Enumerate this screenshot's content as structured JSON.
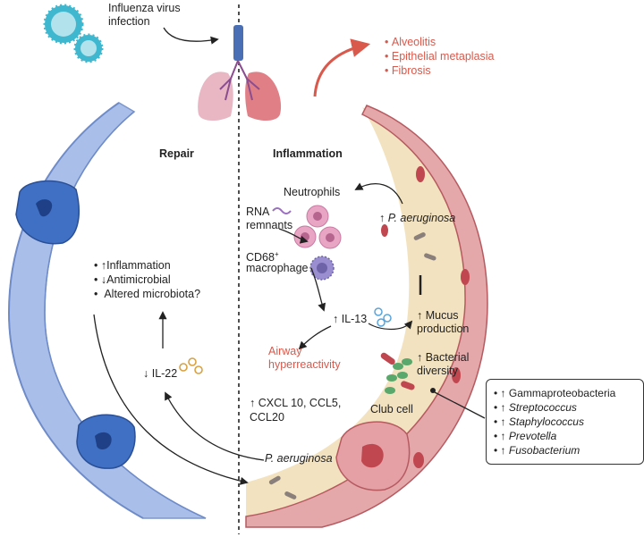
{
  "top": {
    "infection_line1": "Influenza virus",
    "infection_line2": "infection",
    "outcomes": [
      "Alveolitis",
      "Epithelial metaplasia",
      "Fibrosis"
    ]
  },
  "sections": {
    "repair": "Repair",
    "inflammation": "Inflammation"
  },
  "repair_side": {
    "effects": [
      "↑Inflammation",
      "↓Antimicrobial",
      "Altered microbiota?"
    ],
    "il22": "↓ IL-22"
  },
  "inflammation_side": {
    "neutrophils": "Neutrophils",
    "rna_line1": "RNA",
    "rna_line2": "remnants",
    "macrophage_line1": "CD68",
    "macrophage_sup": "+",
    "macrophage_line2": "macrophage",
    "paeruginosa_up_arrow": "↑",
    "paeruginosa_up_name": "P. aeruginosa",
    "il13": "↑ IL-13",
    "airway_line1": "Airway",
    "airway_line2": "hyperreactivity",
    "mucus_line1": "↑ Mucus",
    "mucus_line2": "production",
    "bacterial_line1": "↑ Bacterial",
    "bacterial_line2": "diversity",
    "cxcl_line1": "↑ CXCL 10, CCL5,",
    "cxcl_line2": "CCL20",
    "club_cell": "Club cell",
    "paeruginosa_bottom": "P. aeruginosa"
  },
  "microbiota_box": {
    "items": [
      {
        "arrow": "↑",
        "name": "Gammaproteobacteria",
        "italic": false
      },
      {
        "arrow": "↑",
        "name": "Streptococcus",
        "italic": true
      },
      {
        "arrow": "↑",
        "name": "Staphylococcus",
        "italic": true
      },
      {
        "arrow": "↑",
        "name": "Prevotella",
        "italic": true
      },
      {
        "arrow": "↑",
        "name": "Fusobacterium",
        "italic": true
      }
    ]
  },
  "colors": {
    "blue_membrane": "#9bb3e0",
    "blue_nucleus": "#2f5fae",
    "red_membrane": "#c97a7e",
    "red_nucleus": "#c0474f",
    "lumen_fill": "#f3e2bf",
    "accent_red": "#d9594c",
    "neutrophil": "#e8a5c4",
    "macrophage": "#9a8ed1",
    "bacteria": "#5aa86b"
  }
}
